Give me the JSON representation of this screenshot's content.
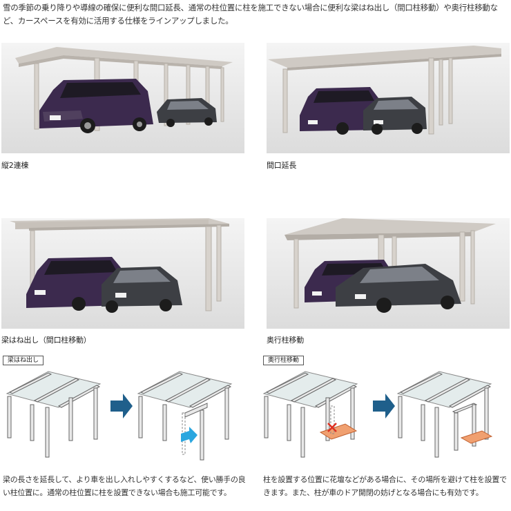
{
  "intro_text": "雪の季節の乗り降りや導線の確保に便利な間口延長、通常の柱位置に柱を施工できない場合に便利な梁はね出し（間口柱移動）や奥行柱移動など、カースペースを有効に活用する仕様をラインアップしました。",
  "photos": [
    {
      "caption": "縦2連棟"
    },
    {
      "caption": "間口延長"
    },
    {
      "caption": "梁はね出し（間口柱移動）"
    },
    {
      "caption": "奥行柱移動"
    }
  ],
  "diagrams": {
    "left": {
      "tag": "梁はね出し",
      "description": "梁の長さを延長して、より車を出し入れしやすくするなど、使い勝手の良い柱位置に。通常の柱位置に柱を設置できない場合も施工可能です。"
    },
    "right": {
      "tag": "奥行柱移動",
      "description": "柱を設置する位置に花壇などがある場合に、その場所を避けて柱を設置できます。また、柱が車のドア開閉の妨げとなる場合にも有効です。"
    }
  },
  "colors": {
    "arrow": "#1f5f8b",
    "highlight_arrow": "#2aa6df",
    "flowerbed": "#f0a070",
    "cross": "#e03020",
    "purple_car": "#3c2a4e",
    "gray_car": "#3d3f44"
  }
}
